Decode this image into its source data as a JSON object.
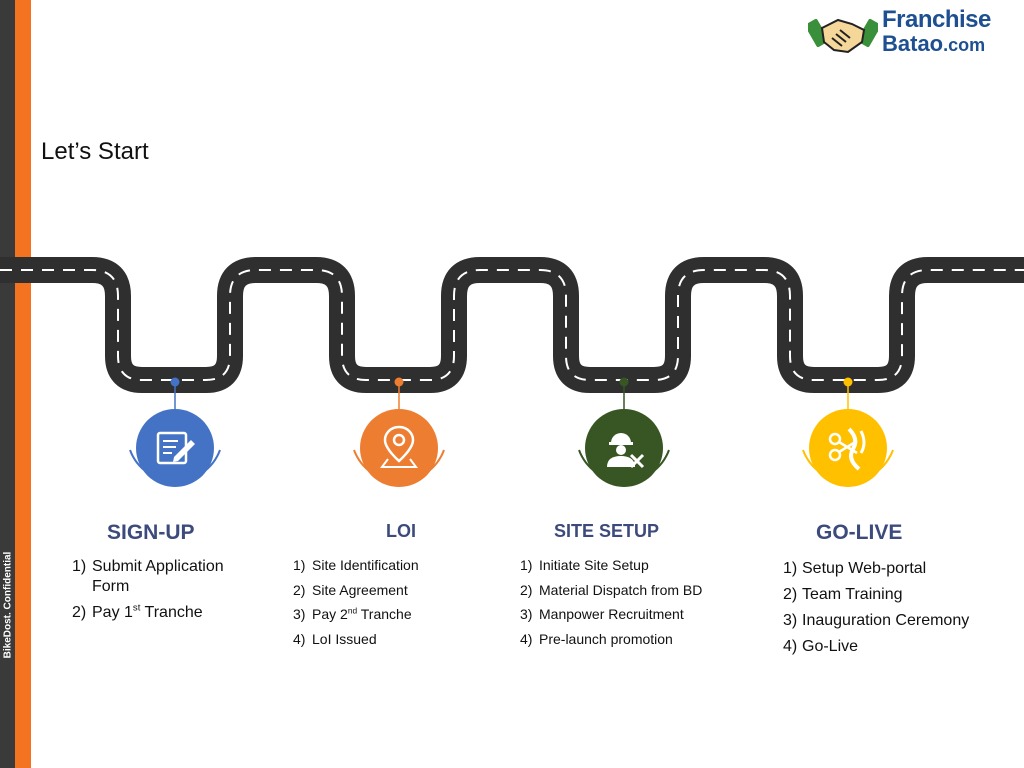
{
  "page_title": "Let’s Start",
  "sidebar_text": "BikeDost. Confidential",
  "logo": {
    "line1": "Franchise",
    "line2": "Batao",
    "suffix": ".com"
  },
  "colors": {
    "orange": "#f37321",
    "dark": "#3a3a3a",
    "signup": "#4472c4",
    "loi": "#ed7d31",
    "site_setup": "#375623",
    "go_live": "#ffc000",
    "title_text": "#3d4b7c"
  },
  "stages": [
    {
      "title": "SIGN-UP",
      "icon": "edit-document-icon",
      "steps": [
        {
          "num": "1)",
          "text": "Submit Application Form"
        },
        {
          "num": "2)",
          "pre": "Pay 1",
          "sup": "st",
          "post": " Tranche"
        }
      ]
    },
    {
      "title": "LOI",
      "icon": "location-pin-icon",
      "steps": [
        {
          "num": "1)",
          "text": "Site Identification"
        },
        {
          "num": "2)",
          "text": "Site Agreement"
        },
        {
          "num": "3)",
          "pre": "Pay 2",
          "sup": "nd",
          "post": " Tranche"
        },
        {
          "num": "4)",
          "text": "LoI Issued"
        }
      ]
    },
    {
      "title": "SITE SETUP",
      "icon": "worker-tools-icon",
      "steps": [
        {
          "num": "1)",
          "text": "Initiate Site Setup"
        },
        {
          "num": "2)",
          "text": "Material Dispatch from BD"
        },
        {
          "num": "3)",
          "text": "Manpower Recruitment"
        },
        {
          "num": "4)",
          "text": "Pre-launch promotion"
        }
      ]
    },
    {
      "title": "GO-LIVE",
      "icon": "ribbon-cutting-icon",
      "steps": [
        {
          "num": "1)",
          "text": "Setup Web-portal"
        },
        {
          "num": "2)",
          "text": "Team Training"
        },
        {
          "num": "3)",
          "text": "Inauguration Ceremony"
        },
        {
          "num": "4)",
          "text": "Go-Live"
        }
      ]
    }
  ]
}
